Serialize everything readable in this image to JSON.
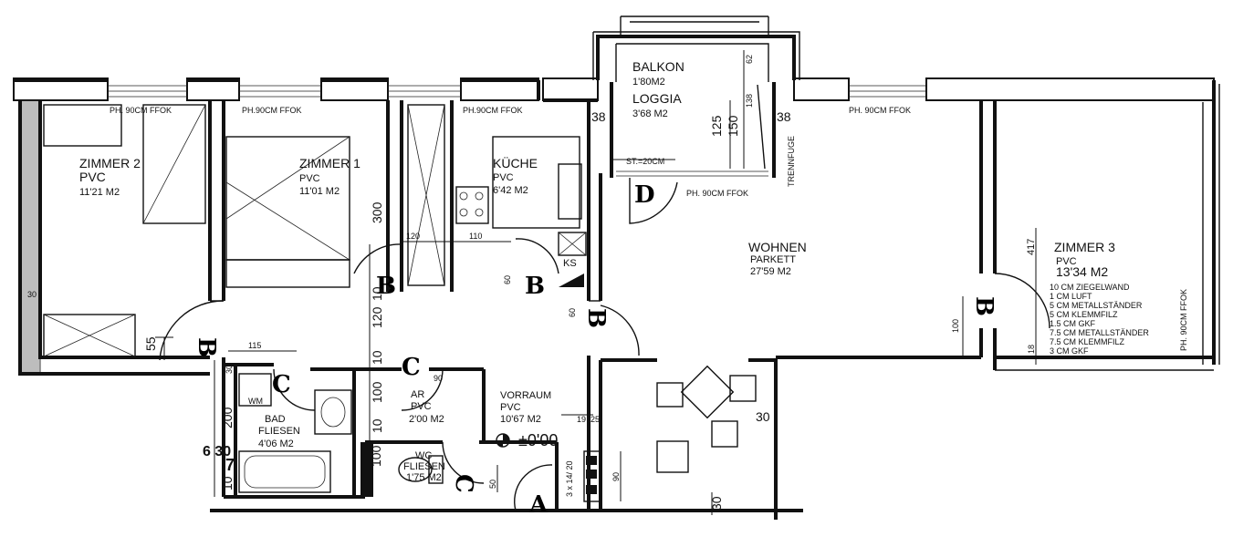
{
  "rooms": {
    "zimmer2": {
      "name": "ZIMMER 2",
      "floor": "PVC",
      "area": "11'21 M2"
    },
    "zimmer1": {
      "name": "ZIMMER 1",
      "floor": "PVC",
      "area": "11'01 M2"
    },
    "kueche": {
      "name": "KÜCHE",
      "floor": "PVC",
      "area": "6'42 M2"
    },
    "balkon": {
      "name": "BALKON",
      "area": "1'80M2"
    },
    "loggia": {
      "name": "LOGGIA",
      "area": "3'68 M2"
    },
    "wohnen": {
      "name": "WOHNEN",
      "floor": "PARKETT",
      "area": "27'59 M2"
    },
    "zimmer3": {
      "name": "ZIMMER 3",
      "floor": "PVC",
      "area": "13'34 M2"
    },
    "vorraum": {
      "name": "VORRAUM",
      "floor": "PVC",
      "area": "10'67 M2"
    },
    "ar": {
      "name": "AR",
      "floor": "PVC",
      "area": "2'00 M2"
    },
    "bad": {
      "name": "BAD",
      "floor": "FLIESEN",
      "area": "4'06 M2"
    },
    "wc": {
      "name": "WC",
      "floor": "FLIESEN",
      "area": "1'75 M2"
    }
  },
  "window_labels": [
    "PH. 90CM FFOK",
    "PH.90CM FFOK",
    "PH.90CM FFOK",
    "PH. 90CM FFOK",
    "PH. 90CM FFOK",
    "PH. 90CM FFOK"
  ],
  "wall_spec": [
    "10 CM ZIEGELWAND",
    "1 CM LUFT",
    "5 CM METALLSTÄNDER",
    "5 CM KLEMMFILZ",
    "1.5 CM GKF",
    "7.5 CM METALLSTÄNDER",
    "7.5 CM KLEMMFILZ",
    "3 CM GKF"
  ],
  "markers": {
    "a": "A",
    "b": "B",
    "c": "C",
    "d": "D"
  },
  "elevation": "±0'00",
  "st_label": "ST.=20CM",
  "trennfuge": "TRENNFUGE",
  "fixtures": {
    "ks": "KS",
    "wm": "WM"
  },
  "stairs_label": "3 x 14/ 20",
  "dimensions": {
    "d30_left": "30",
    "d55": "55",
    "d115": "115",
    "d300": "300",
    "d120a": "120",
    "d110": "110",
    "d120b": "120",
    "d10a": "10",
    "d10b": "10",
    "d10c": "10",
    "d100": "100",
    "d200": "200",
    "d630": "6 30",
    "d7": "7",
    "d10d": "10",
    "d30b": "30",
    "d60a": "60",
    "d60b": "60",
    "d90a": "90",
    "d90b": "90",
    "d50": "50",
    "d19": "19",
    "d25": "25",
    "d38a": "38",
    "d38b": "38",
    "d62": "62",
    "d138": "138",
    "d125": "125",
    "d150": "150",
    "d417": "417",
    "d100r": "100",
    "d18": "18",
    "d30w": "30",
    "d30bot": "30",
    "d100wc": "100"
  }
}
